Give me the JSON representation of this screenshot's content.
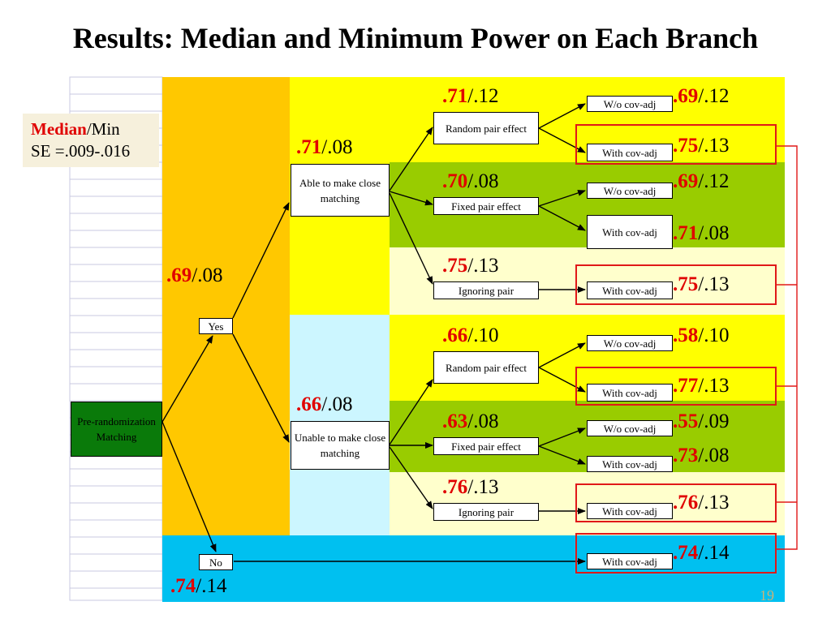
{
  "title": "Results: Median and Minimum Power on Each Branch",
  "legend": {
    "median_word": "Median",
    "slash_min": "/Min",
    "se_line": "SE =.009-.016"
  },
  "page_number": "19",
  "nodes": {
    "root": "Pre-randomization Matching",
    "yes": "Yes",
    "no": "No",
    "able": "Able to make close matching",
    "unable": "Unable to make close matching",
    "able_random": "Random pair effect",
    "able_fixed": "Fixed pair effect",
    "able_ignore": "Ignoring pair",
    "unable_random": "Random pair effect",
    "unable_fixed": "Fixed pair effect",
    "unable_ignore": "Ignoring pair",
    "wo_cov": "W/o cov-adj",
    "with_cov": "With cov-adj"
  },
  "values": {
    "yes": {
      "median": ".69",
      "min": "/.08"
    },
    "no": {
      "median": ".74",
      "min": "/.14"
    },
    "able": {
      "median": ".71",
      "min": "/.08"
    },
    "unable": {
      "median": ".66",
      "min": "/.08"
    },
    "able_random": {
      "median": ".71",
      "min": "/.12"
    },
    "able_fixed": {
      "median": ".70",
      "min": "/.08"
    },
    "able_ignore": {
      "median": ".75",
      "min": "/.13"
    },
    "unable_random": {
      "median": ".66",
      "min": "/.10"
    },
    "unable_fixed": {
      "median": ".63",
      "min": "/.08"
    },
    "unable_ignore": {
      "median": ".76",
      "min": "/.13"
    },
    "leaf_1": {
      "median": ".69",
      "min": "/.12"
    },
    "leaf_2": {
      "median": ".75",
      "min": "/.13"
    },
    "leaf_3": {
      "median": ".69",
      "min": "/.12"
    },
    "leaf_4": {
      "median": ".71",
      "min": "/.08"
    },
    "leaf_5": {
      "median": ".75",
      "min": "/.13"
    },
    "leaf_6": {
      "median": ".58",
      "min": "/.10"
    },
    "leaf_7": {
      "median": ".77",
      "min": "/.13"
    },
    "leaf_8": {
      "median": ".55",
      "min": "/.09"
    },
    "leaf_9": {
      "median": ".73",
      "min": "/.08"
    },
    "leaf_10": {
      "median": ".76",
      "min": "/.13"
    },
    "leaf_11": {
      "median": ".74",
      "min": "/.14"
    }
  },
  "colors": {
    "orange_column": "#ffc800",
    "yellow": "#ffff00",
    "green": "#99cc00",
    "cream": "#ffffcc",
    "light_cyan": "#ccf6ff",
    "cyan": "#00c0f0",
    "dark_green_box": "#0a7a0a",
    "highlight_red": "#e01818",
    "median_red": "#e00000"
  }
}
